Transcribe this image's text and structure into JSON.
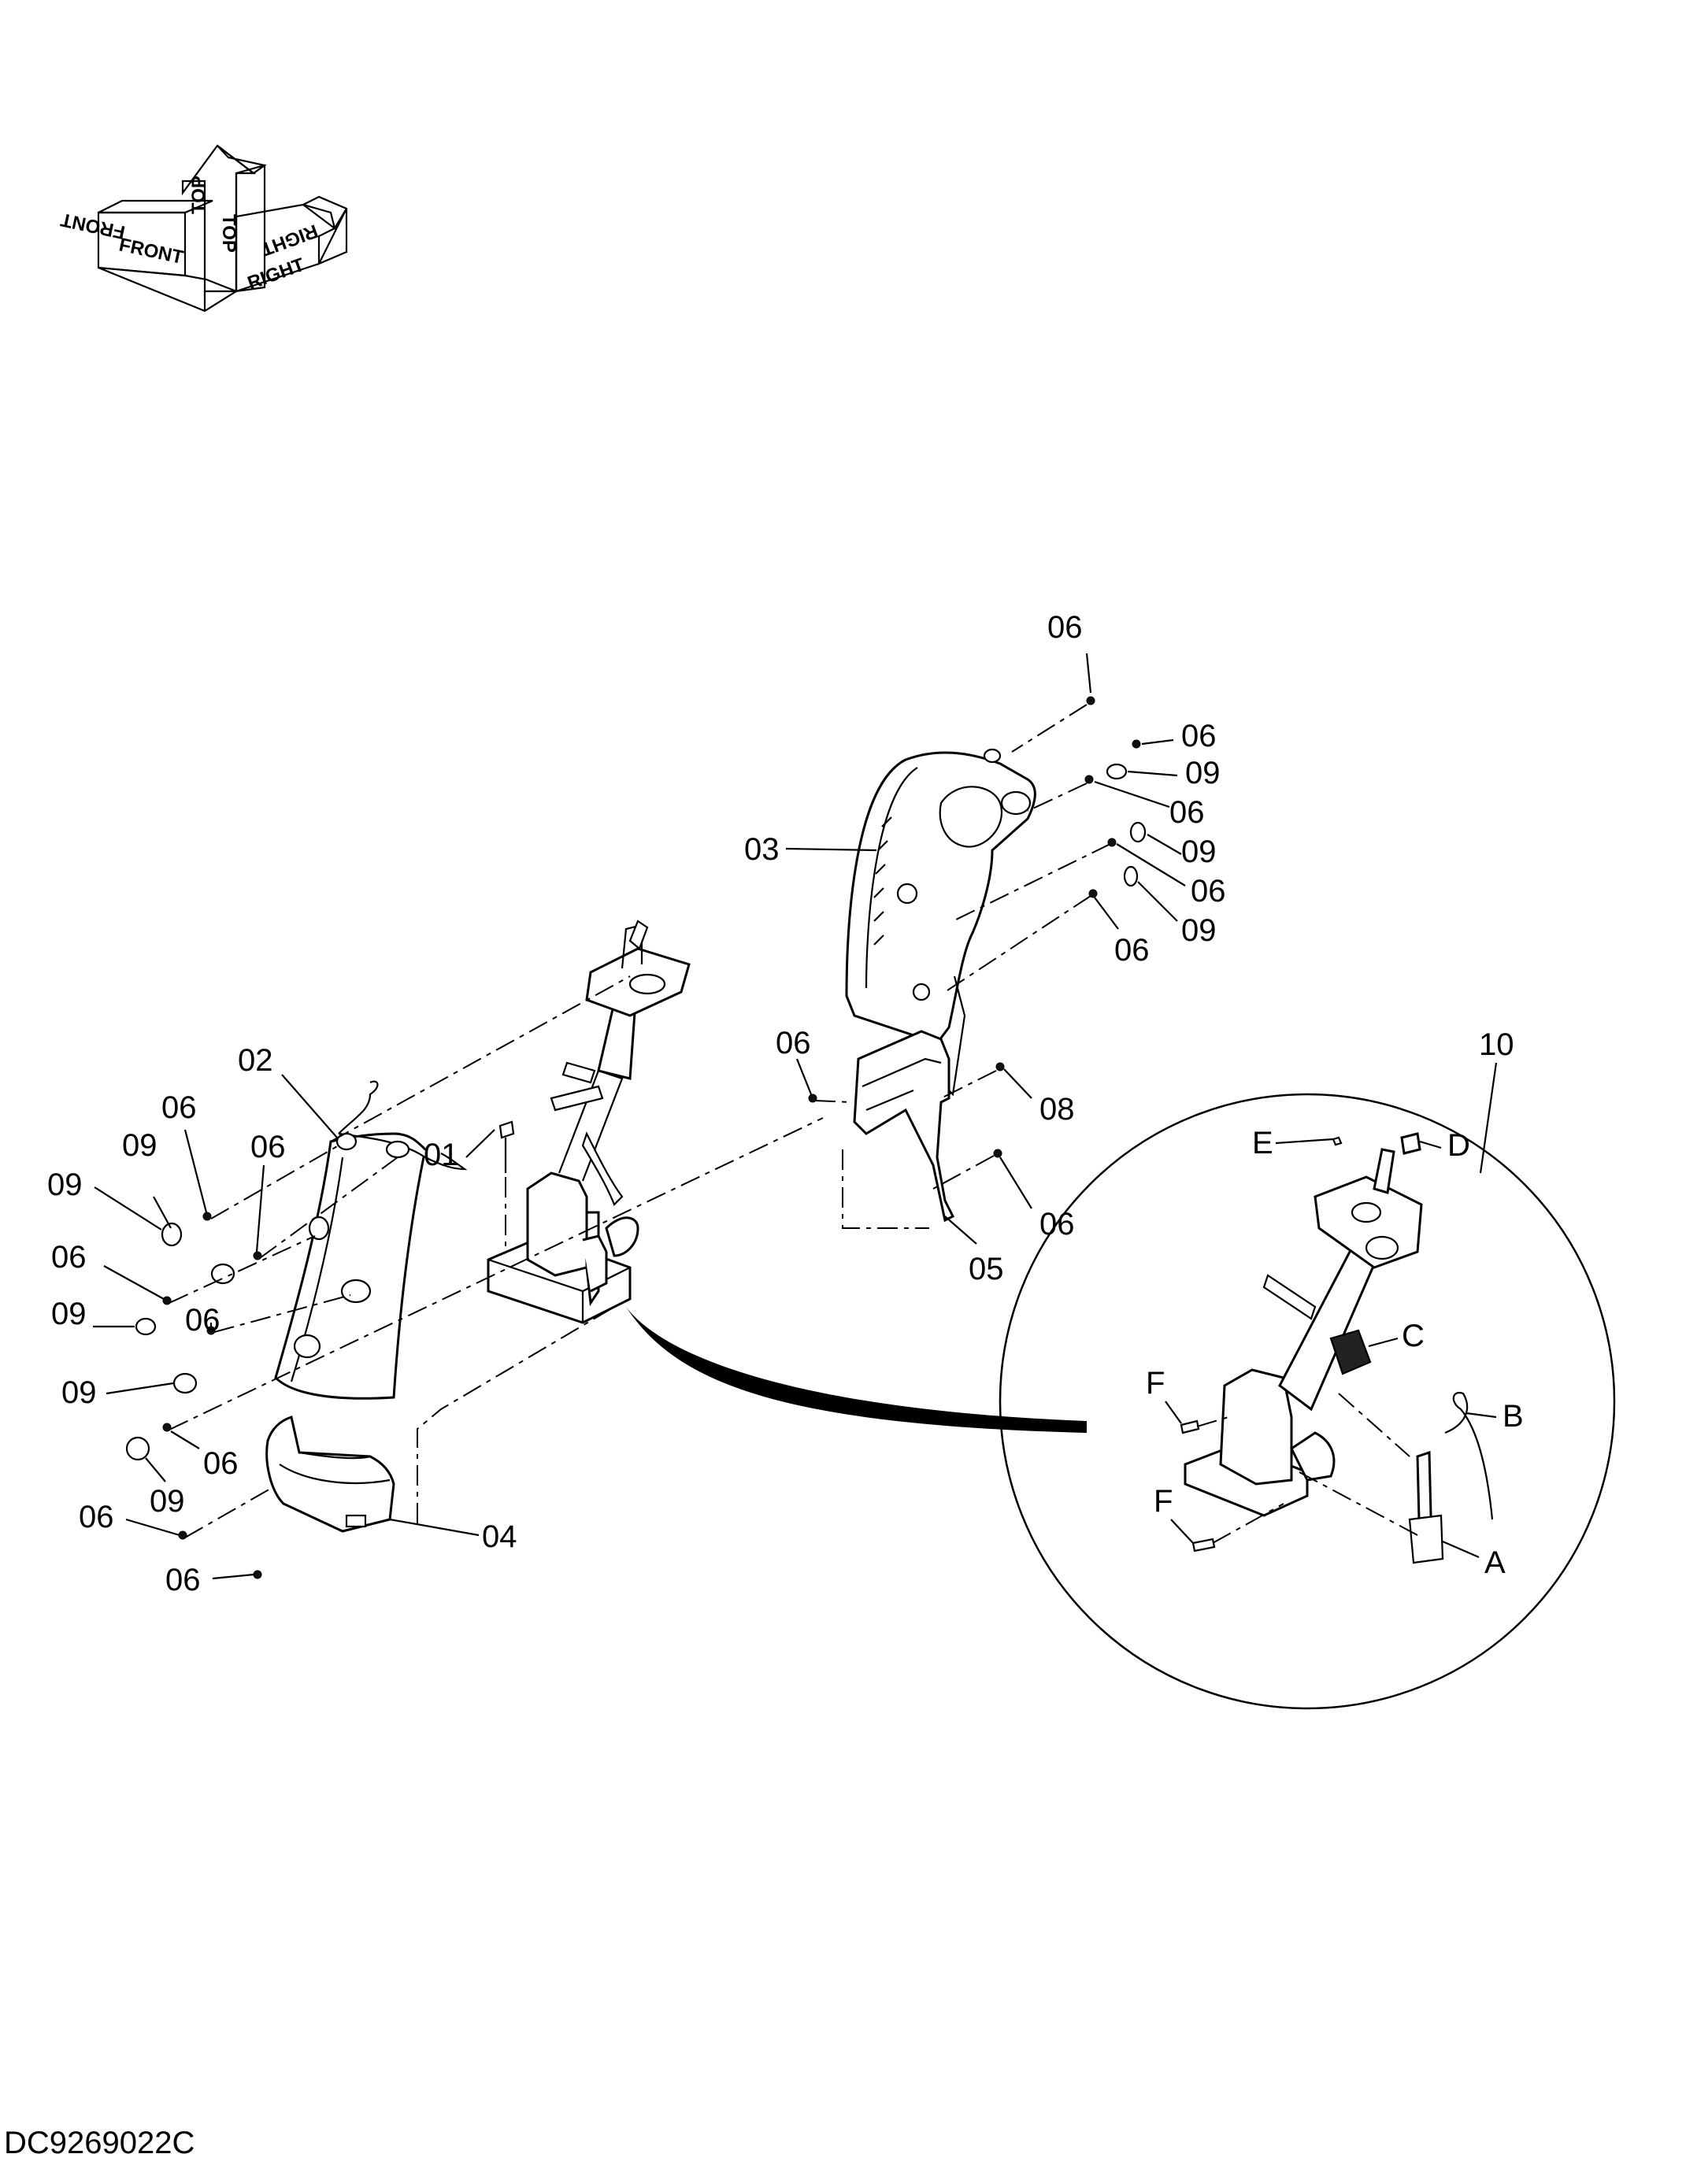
{
  "orientation": {
    "front": "FRONT",
    "top": "TOP",
    "right": "RIGHT"
  },
  "callouts": {
    "c01": "01",
    "c02": "02",
    "c03": "03",
    "c04": "04",
    "c05": "05",
    "c06": "06",
    "c08": "08",
    "c09": "09",
    "c10": "10"
  },
  "detail_labels": {
    "A": "A",
    "B": "B",
    "C": "C",
    "D": "D",
    "E": "E",
    "F": "F"
  },
  "drawing_number": "DC9269022C"
}
